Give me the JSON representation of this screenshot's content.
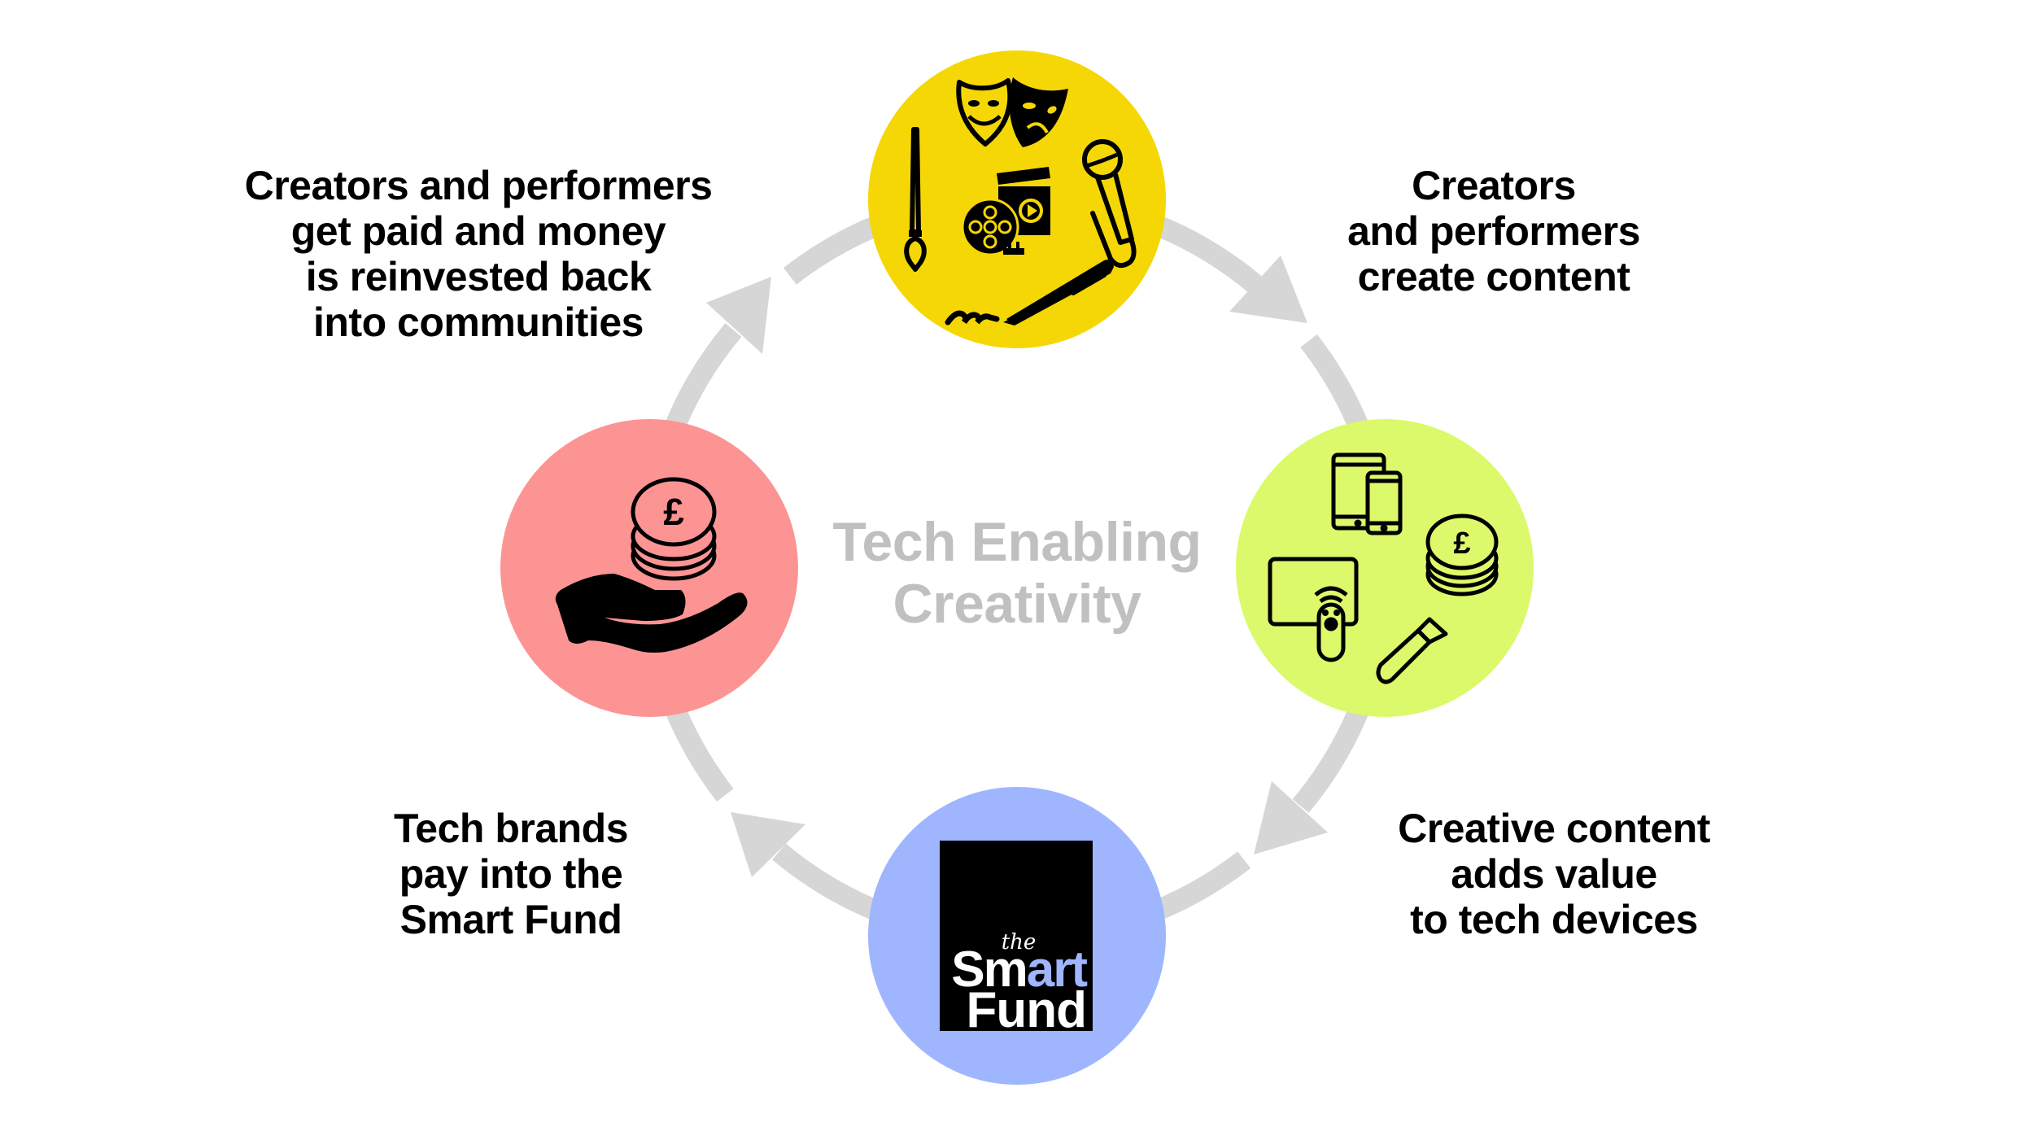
{
  "diagram": {
    "title_lines": [
      "Tech Enabling",
      "Creativity"
    ],
    "ring_color": "#d6d6d6",
    "title_color": "#c0c0c0",
    "nodes": [
      {
        "id": "create",
        "color": "#f5d706",
        "icons": [
          "theatre-masks-icon",
          "paintbrush-icon",
          "film-reel-clapperboard-icon",
          "microphone-icon",
          "pen-signature-icon"
        ]
      },
      {
        "id": "devices",
        "color": "#dbf96a",
        "icons": [
          "tablet-phone-icon",
          "pound-coins-icon",
          "tv-remote-icon",
          "usb-stick-icon"
        ]
      },
      {
        "id": "fund",
        "color": "#9fb6ff",
        "logo": {
          "the": "the",
          "smart_a": "Sm",
          "smart_b": "art",
          "fund": "Fund",
          "accent_color": "#9fb6ff"
        }
      },
      {
        "id": "pay",
        "color": "#fd9494",
        "icons": [
          "hand-holding-pound-coins-icon"
        ]
      }
    ],
    "captions": {
      "top_right": [
        "Creators",
        "and performers",
        "create content"
      ],
      "bottom_right": [
        "Creative content",
        "adds value",
        "to tech devices"
      ],
      "bottom_left": [
        "Tech brands",
        "pay into the",
        "Smart Fund"
      ],
      "top_left": [
        "Creators and performers",
        "get paid and money",
        "is reinvested back",
        "into communities"
      ]
    }
  }
}
